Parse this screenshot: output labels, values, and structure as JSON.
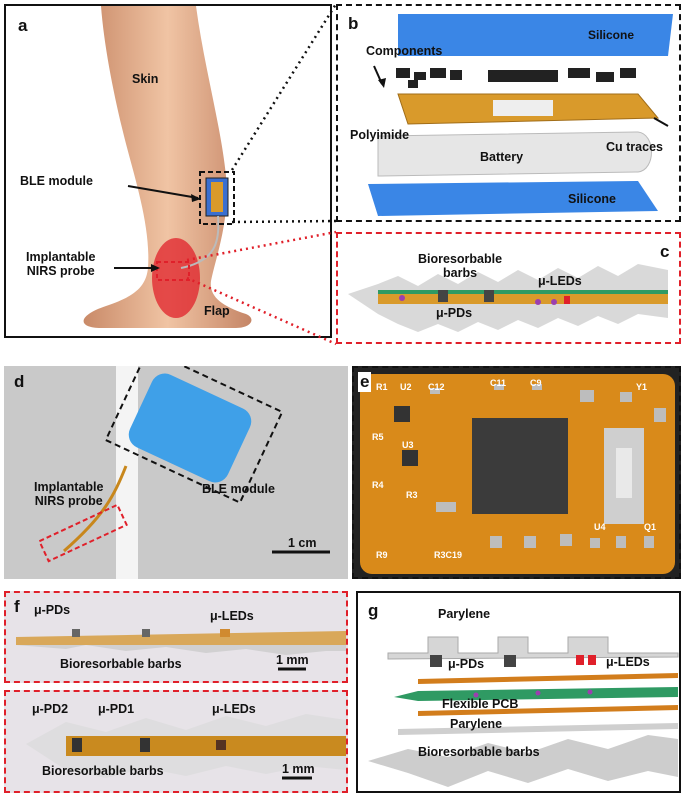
{
  "figure": {
    "panel_a": {
      "letter": "a",
      "skin": "Skin",
      "ble_module": "BLE module",
      "probe": [
        "Implantable",
        "NIRS probe"
      ],
      "flap": "Flap"
    },
    "panel_b": {
      "letter": "b",
      "silicone_top": "Silicone",
      "components": "Components",
      "polyimide": "Polyimide",
      "battery": "Battery",
      "cu_traces": "Cu traces",
      "silicone_bottom": "Silicone"
    },
    "panel_c": {
      "letter": "c",
      "barbs": [
        "Bioresorbable",
        "barbs"
      ],
      "leds": "μ-LEDs",
      "pds": "μ-PDs"
    },
    "panel_d": {
      "letter": "d",
      "probe": [
        "Implantable",
        "NIRS probe"
      ],
      "ble_module": "BLE module",
      "scale": "1 cm"
    },
    "panel_e": {
      "letter": "e",
      "pcb_labels": [
        "R1",
        "U2",
        "C12",
        "C11",
        "C9",
        "Y1",
        "R5",
        "U3",
        "R4",
        "R3",
        "R9",
        "R3C19",
        "U4",
        "Q1"
      ]
    },
    "panel_f": {
      "letter": "f",
      "top_pds": "μ-PDs",
      "top_leds": "μ-LEDs",
      "top_barbs": "Bioresorbable barbs",
      "top_scale": "1 mm",
      "bottom_pd2": "μ-PD2",
      "bottom_pd1": "μ-PD1",
      "bottom_leds": "μ-LEDs",
      "bottom_barbs": "Bioresorbable barbs",
      "bottom_scale": "1 mm"
    },
    "panel_g": {
      "letter": "g",
      "parylene_top": "Parylene",
      "pds": "μ-PDs",
      "leds": "μ-LEDs",
      "pcb": "Flexible PCB",
      "parylene_bottom": "Parylene",
      "barbs": "Bioresorbable barbs"
    }
  },
  "colors": {
    "silicone": "#3a86e6",
    "polyimide": "#d99a2b",
    "battery": "#e6e6e6",
    "pcb_green": "#2f9a63",
    "probe_red": "#e0202a",
    "skin": "#e6b494"
  }
}
